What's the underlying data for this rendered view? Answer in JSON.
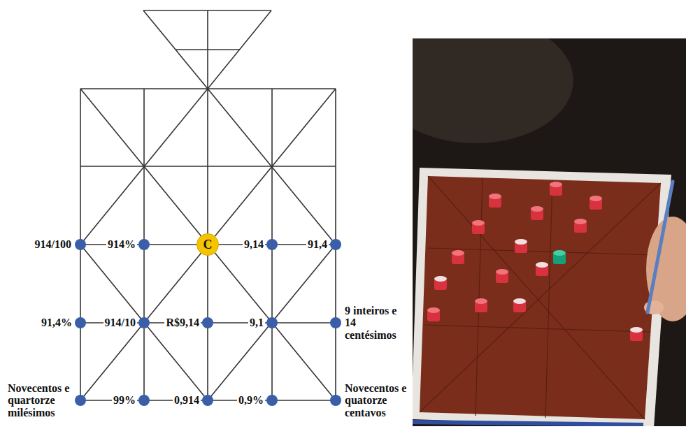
{
  "diagram": {
    "nodes": [
      {
        "text": [
          "C"
        ]
      }
    ],
    "labels": [
      "914/100",
      "914%",
      "9,14",
      "91,4",
      "91,4%",
      "914/10",
      "R$9,14",
      "9,1",
      "9 inteiros e 14 centésimos",
      "Novecentos e quartorze milésimos",
      "99%",
      "0,914",
      "0,9%",
      "Novecentos e quatorze centavos"
    ]
  }
}
